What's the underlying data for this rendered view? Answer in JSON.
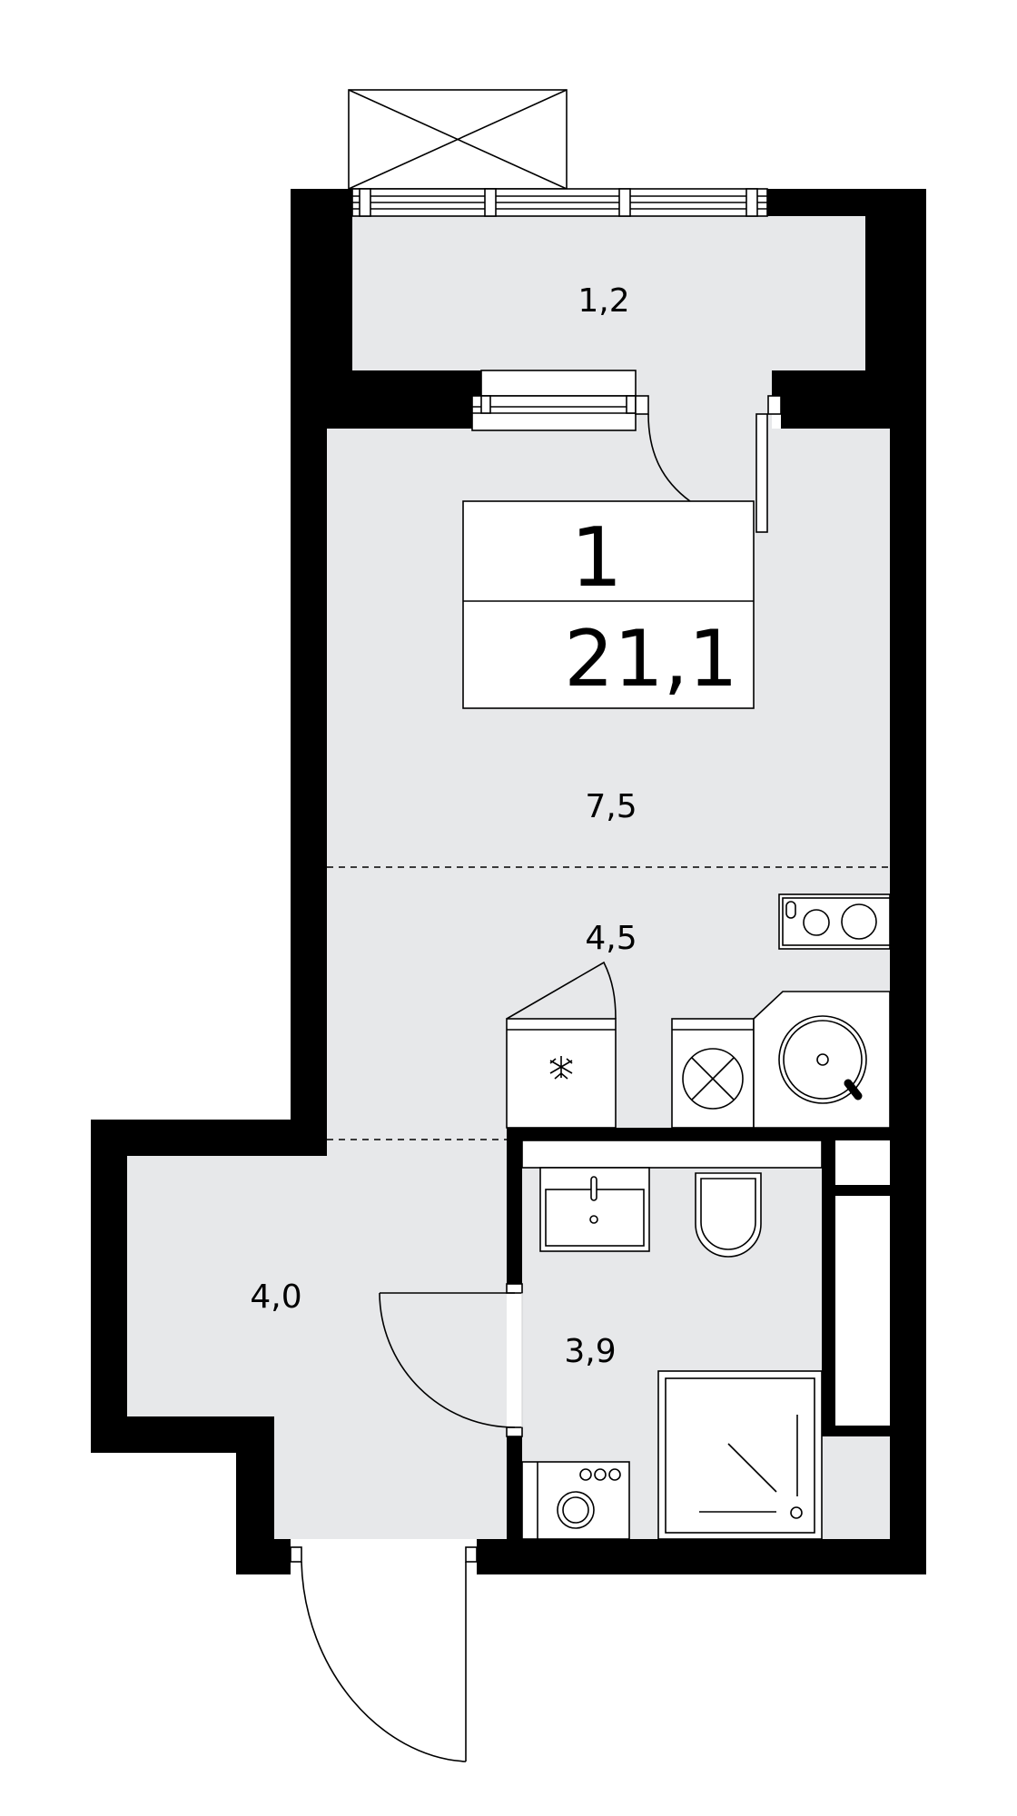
{
  "plan": {
    "rooms_count_label": "1",
    "total_area_label": "21,1",
    "rooms": [
      {
        "id": "balcony",
        "area_label": "1,2"
      },
      {
        "id": "living",
        "area_label": "7,5"
      },
      {
        "id": "kitchen",
        "area_label": "4,5"
      },
      {
        "id": "hallway",
        "area_label": "4,0"
      },
      {
        "id": "bathroom",
        "area_label": "3,9"
      }
    ]
  },
  "colors": {
    "wall": "#000000",
    "floor": "#e7e8ea",
    "line": "#000000",
    "background": "#ffffff"
  }
}
